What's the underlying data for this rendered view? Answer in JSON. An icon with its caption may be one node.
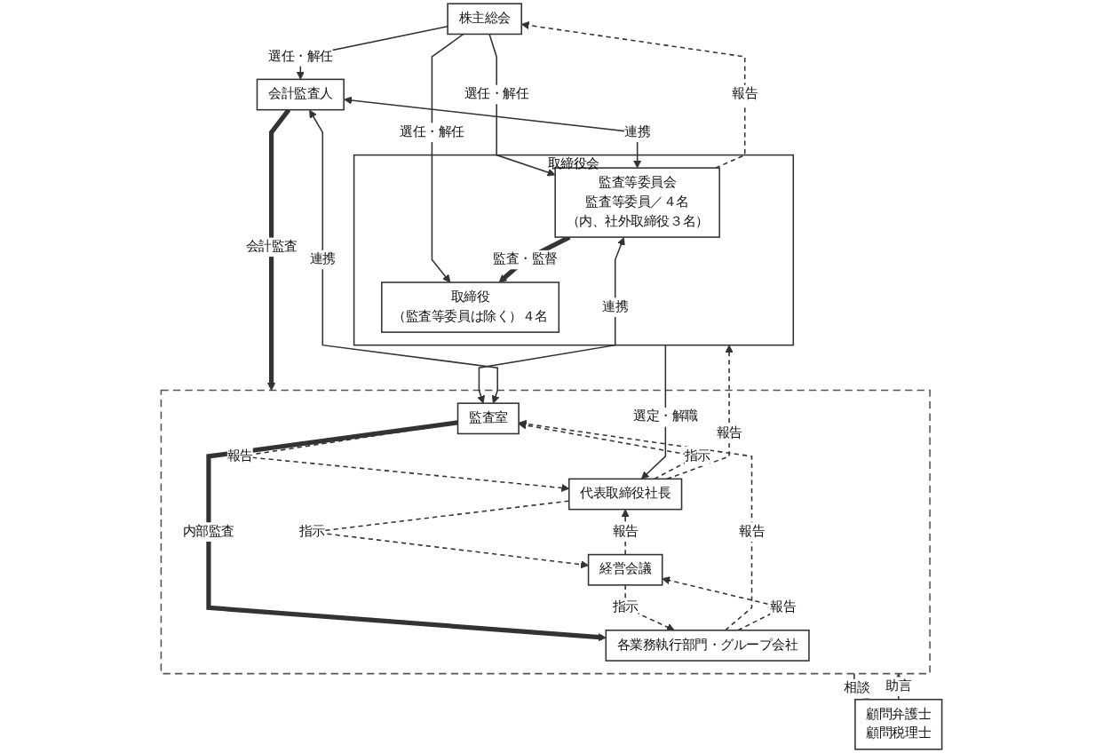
{
  "diagram": {
    "nodes": [
      {
        "text": [
          "株主総会"
        ]
      },
      {
        "text": [
          "会計監査人"
        ]
      },
      {
        "text": [
          "取締役会"
        ]
      },
      {
        "text": [
          "監査等委員会",
          "監査等委員／４名",
          "（内、社外取締役３名）"
        ],
        "in": 2
      },
      {
        "text": [
          "取締役",
          "（監査等委員は除く）４名"
        ],
        "in": 2
      },
      {
        "text": [],
        "shape": "box"
      },
      {
        "text": [
          "代表取締役社長"
        ],
        "in": 5
      },
      {
        "text": [
          "監査室"
        ],
        "in": 5
      },
      {
        "text": [
          "経営会議"
        ],
        "in": 5
      },
      {
        "text": [
          "顧問弁護士",
          "顧問税理士"
        ]
      },
      {
        "text": [
          "各業務執行部門・グループ会社"
        ],
        "in": 5
      }
    ],
    "edges": [
      {
        "from": 0,
        "to": 1,
        "arrow": "to",
        "label": "選任・解任"
      },
      {
        "from": 3,
        "to": 0,
        "arrow": "to",
        "label": "報告",
        "style": "dashed"
      },
      {
        "from": 0,
        "to": 3,
        "arrow": "to",
        "label": "選任・解任"
      },
      {
        "from": 0,
        "to": 4,
        "arrow": "to",
        "label": "選任・解任"
      },
      {
        "from": 1,
        "to": 3,
        "arrow": "both",
        "label": "連携"
      },
      {
        "from": 3,
        "to": 4,
        "arrow": "to",
        "label": "監査・監督",
        "style": "thick"
      },
      {
        "from": 1,
        "to": 5,
        "arrow": "to",
        "label": "会計監査",
        "style": "thick"
      },
      {
        "from": 3,
        "to": 7,
        "arrow": "both",
        "label": "連携"
      },
      {
        "from": 1,
        "to": 7,
        "arrow": "both",
        "label": "連携"
      },
      {
        "from": 6,
        "to": 2,
        "arrow": "to",
        "label": "報告",
        "style": "dashed"
      },
      {
        "from": 2,
        "to": 6,
        "arrow": "to",
        "label": "選定・解職"
      },
      {
        "from": 6,
        "to": 7,
        "arrow": "to",
        "label": "指示",
        "style": "dashed"
      },
      {
        "from": 7,
        "to": 6,
        "arrow": "to",
        "label": "報告",
        "style": "dashed"
      },
      {
        "from": 6,
        "to": 8,
        "arrow": "to",
        "label": "指示",
        "style": "dashed"
      },
      {
        "from": 8,
        "to": 6,
        "arrow": "to",
        "label": "報告",
        "style": "dashed"
      },
      {
        "from": 7,
        "to": 10,
        "arrow": "to",
        "label": "内部監査",
        "style": "thick"
      },
      {
        "from": 10,
        "to": 7,
        "arrow": "to",
        "label": "報告",
        "style": "dashed"
      },
      {
        "from": 8,
        "to": 10,
        "arrow": "to",
        "label": "指示",
        "style": "dashed"
      },
      {
        "from": 10,
        "to": 8,
        "arrow": "to",
        "label": "報告",
        "style": "dashed"
      },
      {
        "from": 9,
        "to": 5,
        "arrow": "to",
        "label": "助言"
      },
      {
        "from": 5,
        "to": 9,
        "arrow": "to",
        "label": "相談"
      }
    ]
  }
}
